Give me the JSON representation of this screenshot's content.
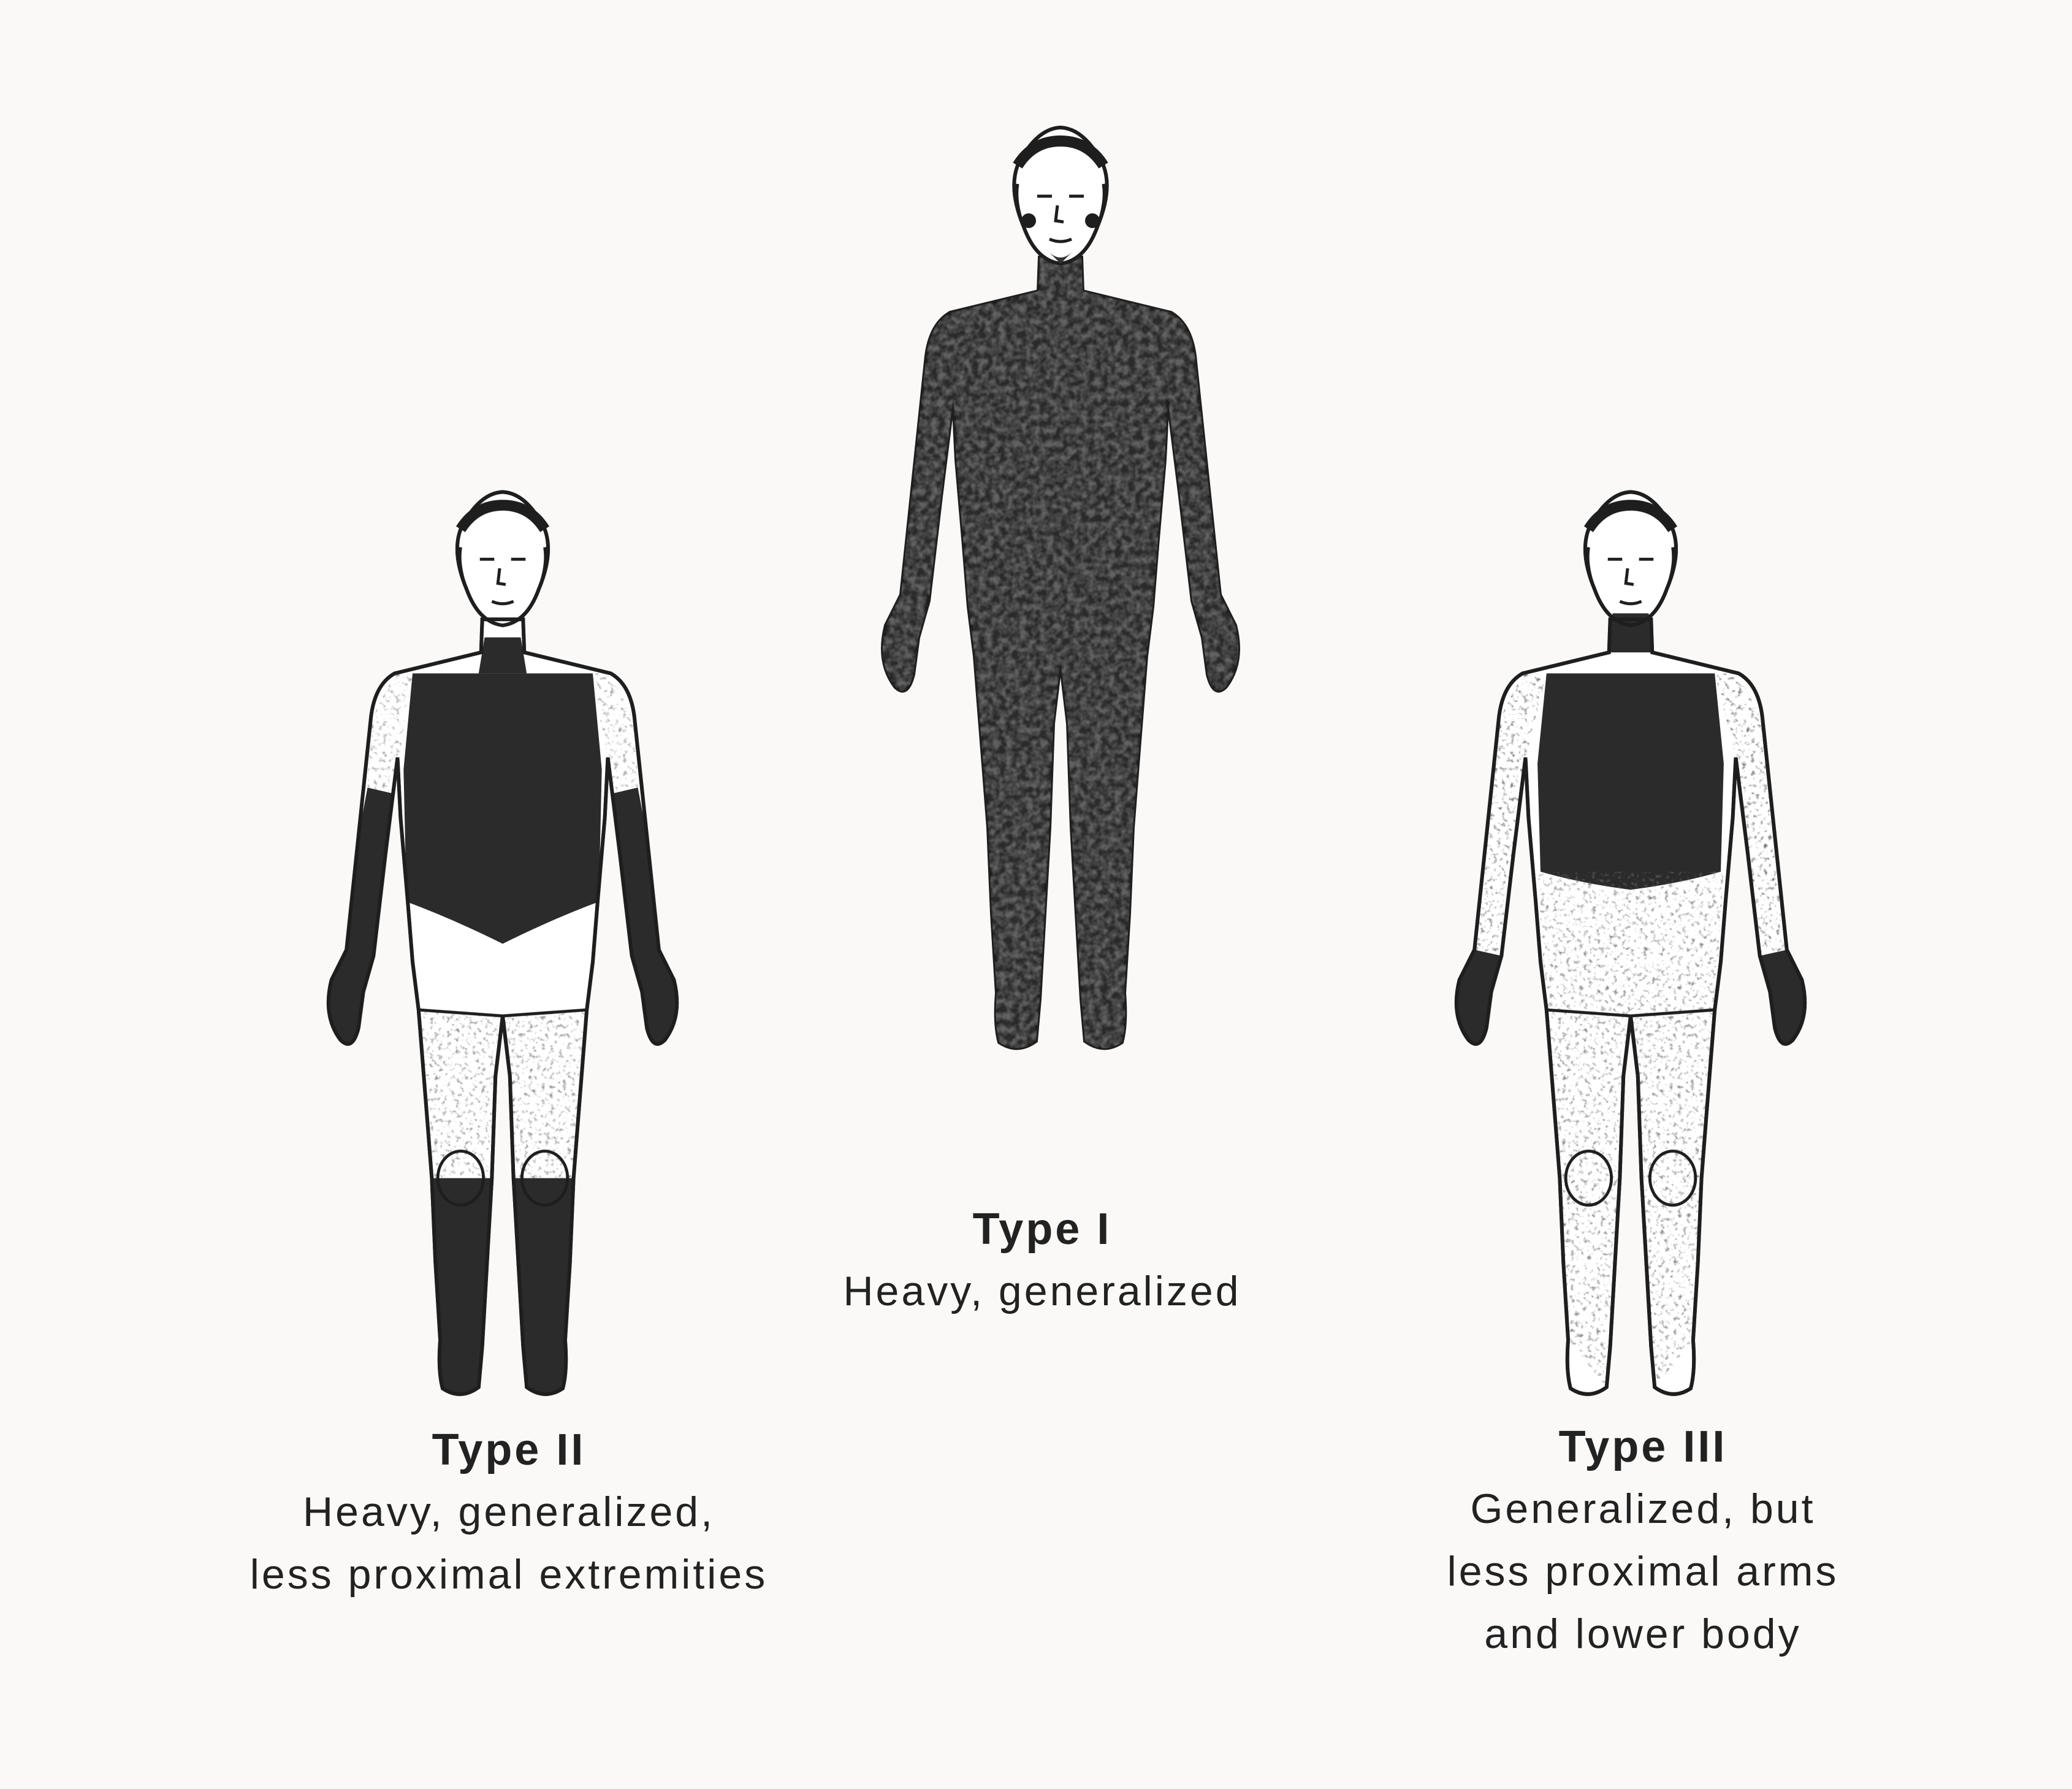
{
  "figures": [
    {
      "id": "type-1",
      "label": "Type I",
      "description": "Heavy, generalized",
      "pattern": "full"
    },
    {
      "id": "type-2",
      "label": "Type II",
      "description": "Heavy, generalized,\nless proximal extremities",
      "pattern": "less-proximal-extremities"
    },
    {
      "id": "type-3",
      "label": "Type III",
      "description": "Generalized, but\nless proximal arms\nand lower body",
      "pattern": "less-proximal-arms-lower-body"
    }
  ],
  "colors": {
    "background": "#fbf9f7",
    "ink": "#1e1e1e",
    "skin": "#ffffff"
  }
}
